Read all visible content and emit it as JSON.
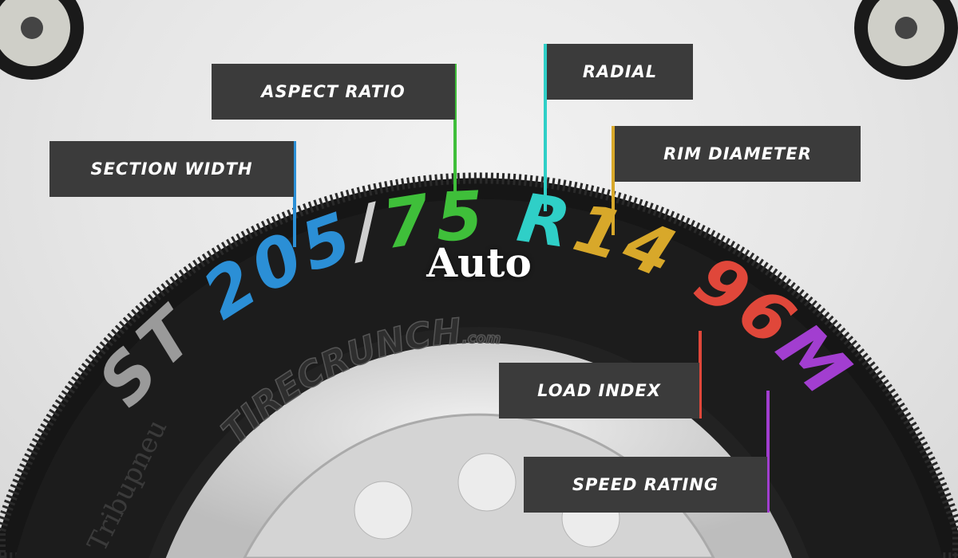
{
  "labels": {
    "section_width": "SECTION WIDTH",
    "aspect_ratio": "ASPECT RATIO",
    "radial": "RADIAL",
    "rim_diameter": "RIM DIAMETER",
    "load_index": "LOAD INDEX",
    "speed_rating": "SPEED RATING"
  },
  "tire_code": {
    "type": "ST ",
    "width": "205",
    "slash": "/",
    "aspect": "75 ",
    "construction": "R",
    "rim": "14 ",
    "load": "96",
    "speed": "M"
  },
  "colors": {
    "section_width": "#2b8fd6",
    "aspect_ratio": "#3fbf3a",
    "radial": "#2fcfc7",
    "rim_diameter": "#d8a82a",
    "load_index": "#e0473a",
    "speed_rating": "#a23ed0"
  },
  "sidewall": {
    "brand": "TIRECRUNCH",
    "brand_suffix": ".com",
    "maker": "Tribupneu"
  },
  "overlay_title": "Auto"
}
